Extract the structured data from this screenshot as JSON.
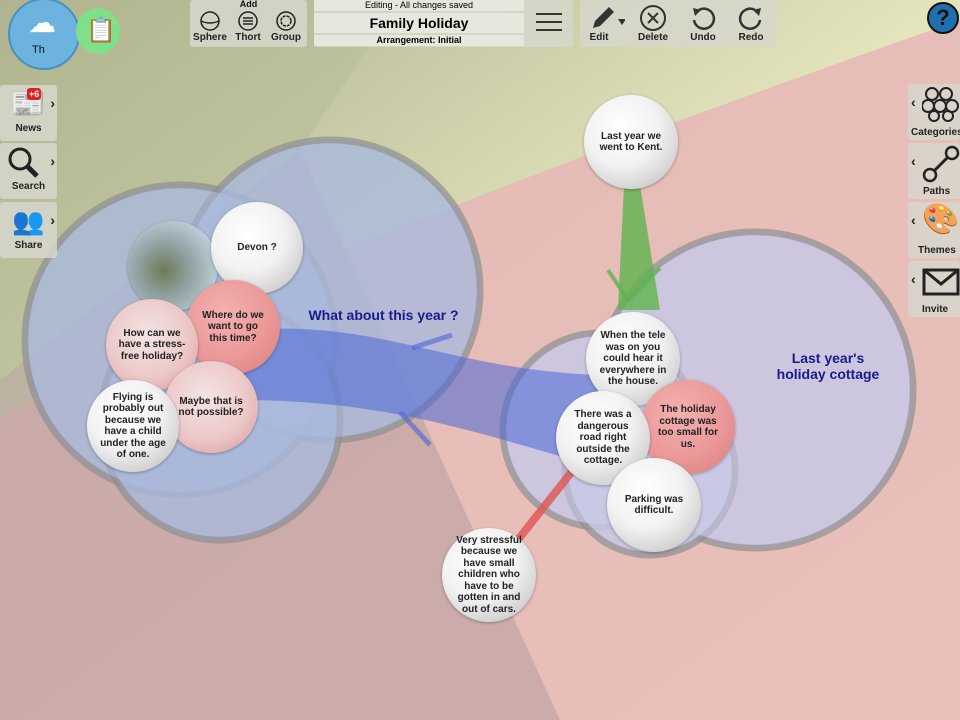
{
  "header": {
    "add_label": "Add",
    "add_tools": [
      {
        "label": "Sphere",
        "icon": "sphere-icon"
      },
      {
        "label": "Thort",
        "icon": "thort-icon"
      },
      {
        "label": "Group",
        "icon": "group-icon"
      }
    ],
    "status": "Editing - All changes saved",
    "title": "Family Holiday",
    "arrangement": "Arrangement: Initial",
    "edit_tools": [
      {
        "label": "Edit",
        "icon": "pencil-icon"
      },
      {
        "label": "Delete",
        "icon": "delete-icon"
      },
      {
        "label": "Undo",
        "icon": "undo-icon"
      },
      {
        "label": "Redo",
        "icon": "redo-icon"
      }
    ],
    "help": "?",
    "app_badge": "Th"
  },
  "left_sidebar": [
    {
      "label": "News",
      "badge": "+6"
    },
    {
      "label": "Search"
    },
    {
      "label": "Share"
    }
  ],
  "right_sidebar": [
    {
      "label": "Categories"
    },
    {
      "label": "Paths"
    },
    {
      "label": "Themes"
    },
    {
      "label": "Invite"
    }
  ],
  "groups": [
    {
      "title": "What about this year ?"
    },
    {
      "title": "Last year's holiday cottage"
    }
  ],
  "spheres": {
    "devon": "Devon ?",
    "where": "Where do we want to go this time?",
    "how": "How can we have a stress-free holiday?",
    "maybe": "Maybe that is not possible?",
    "flying": "Flying is probably out because we have a child under the age of one.",
    "kent": "Last year we went to Kent.",
    "tele": "When the tele was on you could hear it everywhere in the house.",
    "road": "There was a dangerous road right outside the cottage.",
    "small": "The holiday cottage was too small for us.",
    "parking": "Parking was difficult.",
    "stressful": "Very stressful because we have small children who have to be gotten in and out of cars."
  },
  "colors": {
    "accent_blue": "#1a1a8c",
    "pink": "#eb9898",
    "help": "#1e6fb0"
  }
}
